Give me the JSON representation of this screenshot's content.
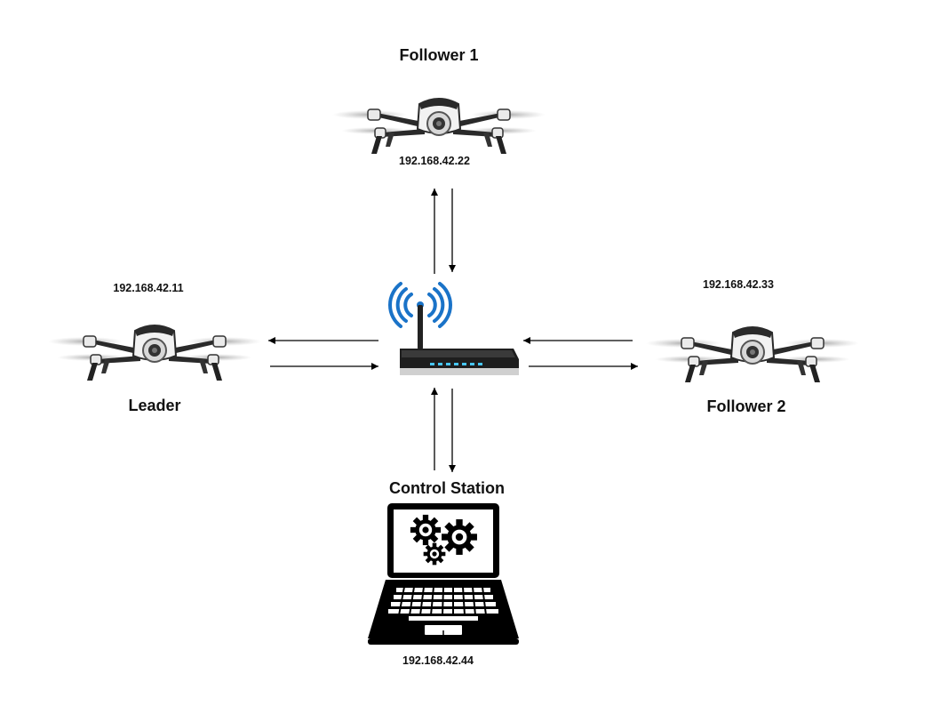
{
  "nodes": {
    "follower1": {
      "title": "Follower 1",
      "ip": "192.168.42.22"
    },
    "leader": {
      "title": "Leader",
      "ip": "192.168.42.11"
    },
    "follower2": {
      "title": "Follower 2",
      "ip": "192.168.42.33"
    },
    "control_station": {
      "title": "Control Station",
      "ip": "192.168.42.44"
    }
  },
  "colors": {
    "wifi_signal": "#1a73c8",
    "router_led": "#47c6ff",
    "drone_body": "#f2f2f2",
    "drone_frame": "#2a2a2a"
  }
}
